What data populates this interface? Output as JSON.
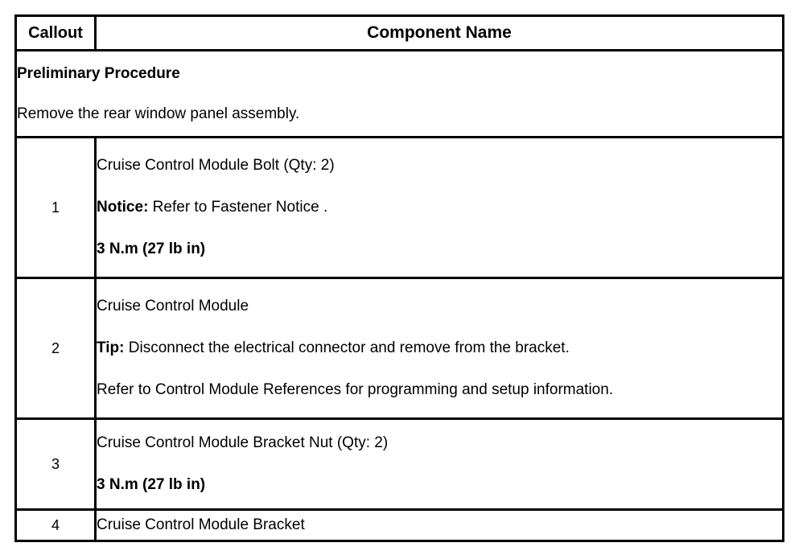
{
  "table": {
    "headers": {
      "callout": "Callout",
      "component_name": "Component Name"
    },
    "preliminary": {
      "title": "Preliminary Procedure",
      "text": "Remove the rear window panel assembly."
    },
    "rows": [
      {
        "callout": "1",
        "lines": [
          {
            "text": "Cruise Control Module Bolt (Qty: 2)"
          },
          {
            "text": ""
          },
          {
            "lead": "Notice:",
            "text": " Refer to Fastener Notice ."
          },
          {
            "text": ""
          },
          {
            "torque": "3 N.m (27 lb in)"
          }
        ]
      },
      {
        "callout": "2",
        "lines": [
          {
            "text": "Cruise Control Module"
          },
          {
            "text": ""
          },
          {
            "lead": "Tip:",
            "text": " Disconnect the electrical connector and remove from the bracket."
          },
          {
            "text": ""
          },
          {
            "text": "Refer to Control Module References for programming and setup information."
          }
        ]
      },
      {
        "callout": "3",
        "lines": [
          {
            "text": "Cruise Control Module Bracket Nut (Qty: 2)"
          },
          {
            "text": ""
          },
          {
            "torque": "3 N.m (27 lb in)"
          }
        ]
      },
      {
        "callout": "4",
        "lines": [
          {
            "text": "Cruise Control Module Bracket"
          }
        ]
      }
    ]
  },
  "style": {
    "border_color": "#000000",
    "text_color": "#000000",
    "background": "#ffffff"
  }
}
